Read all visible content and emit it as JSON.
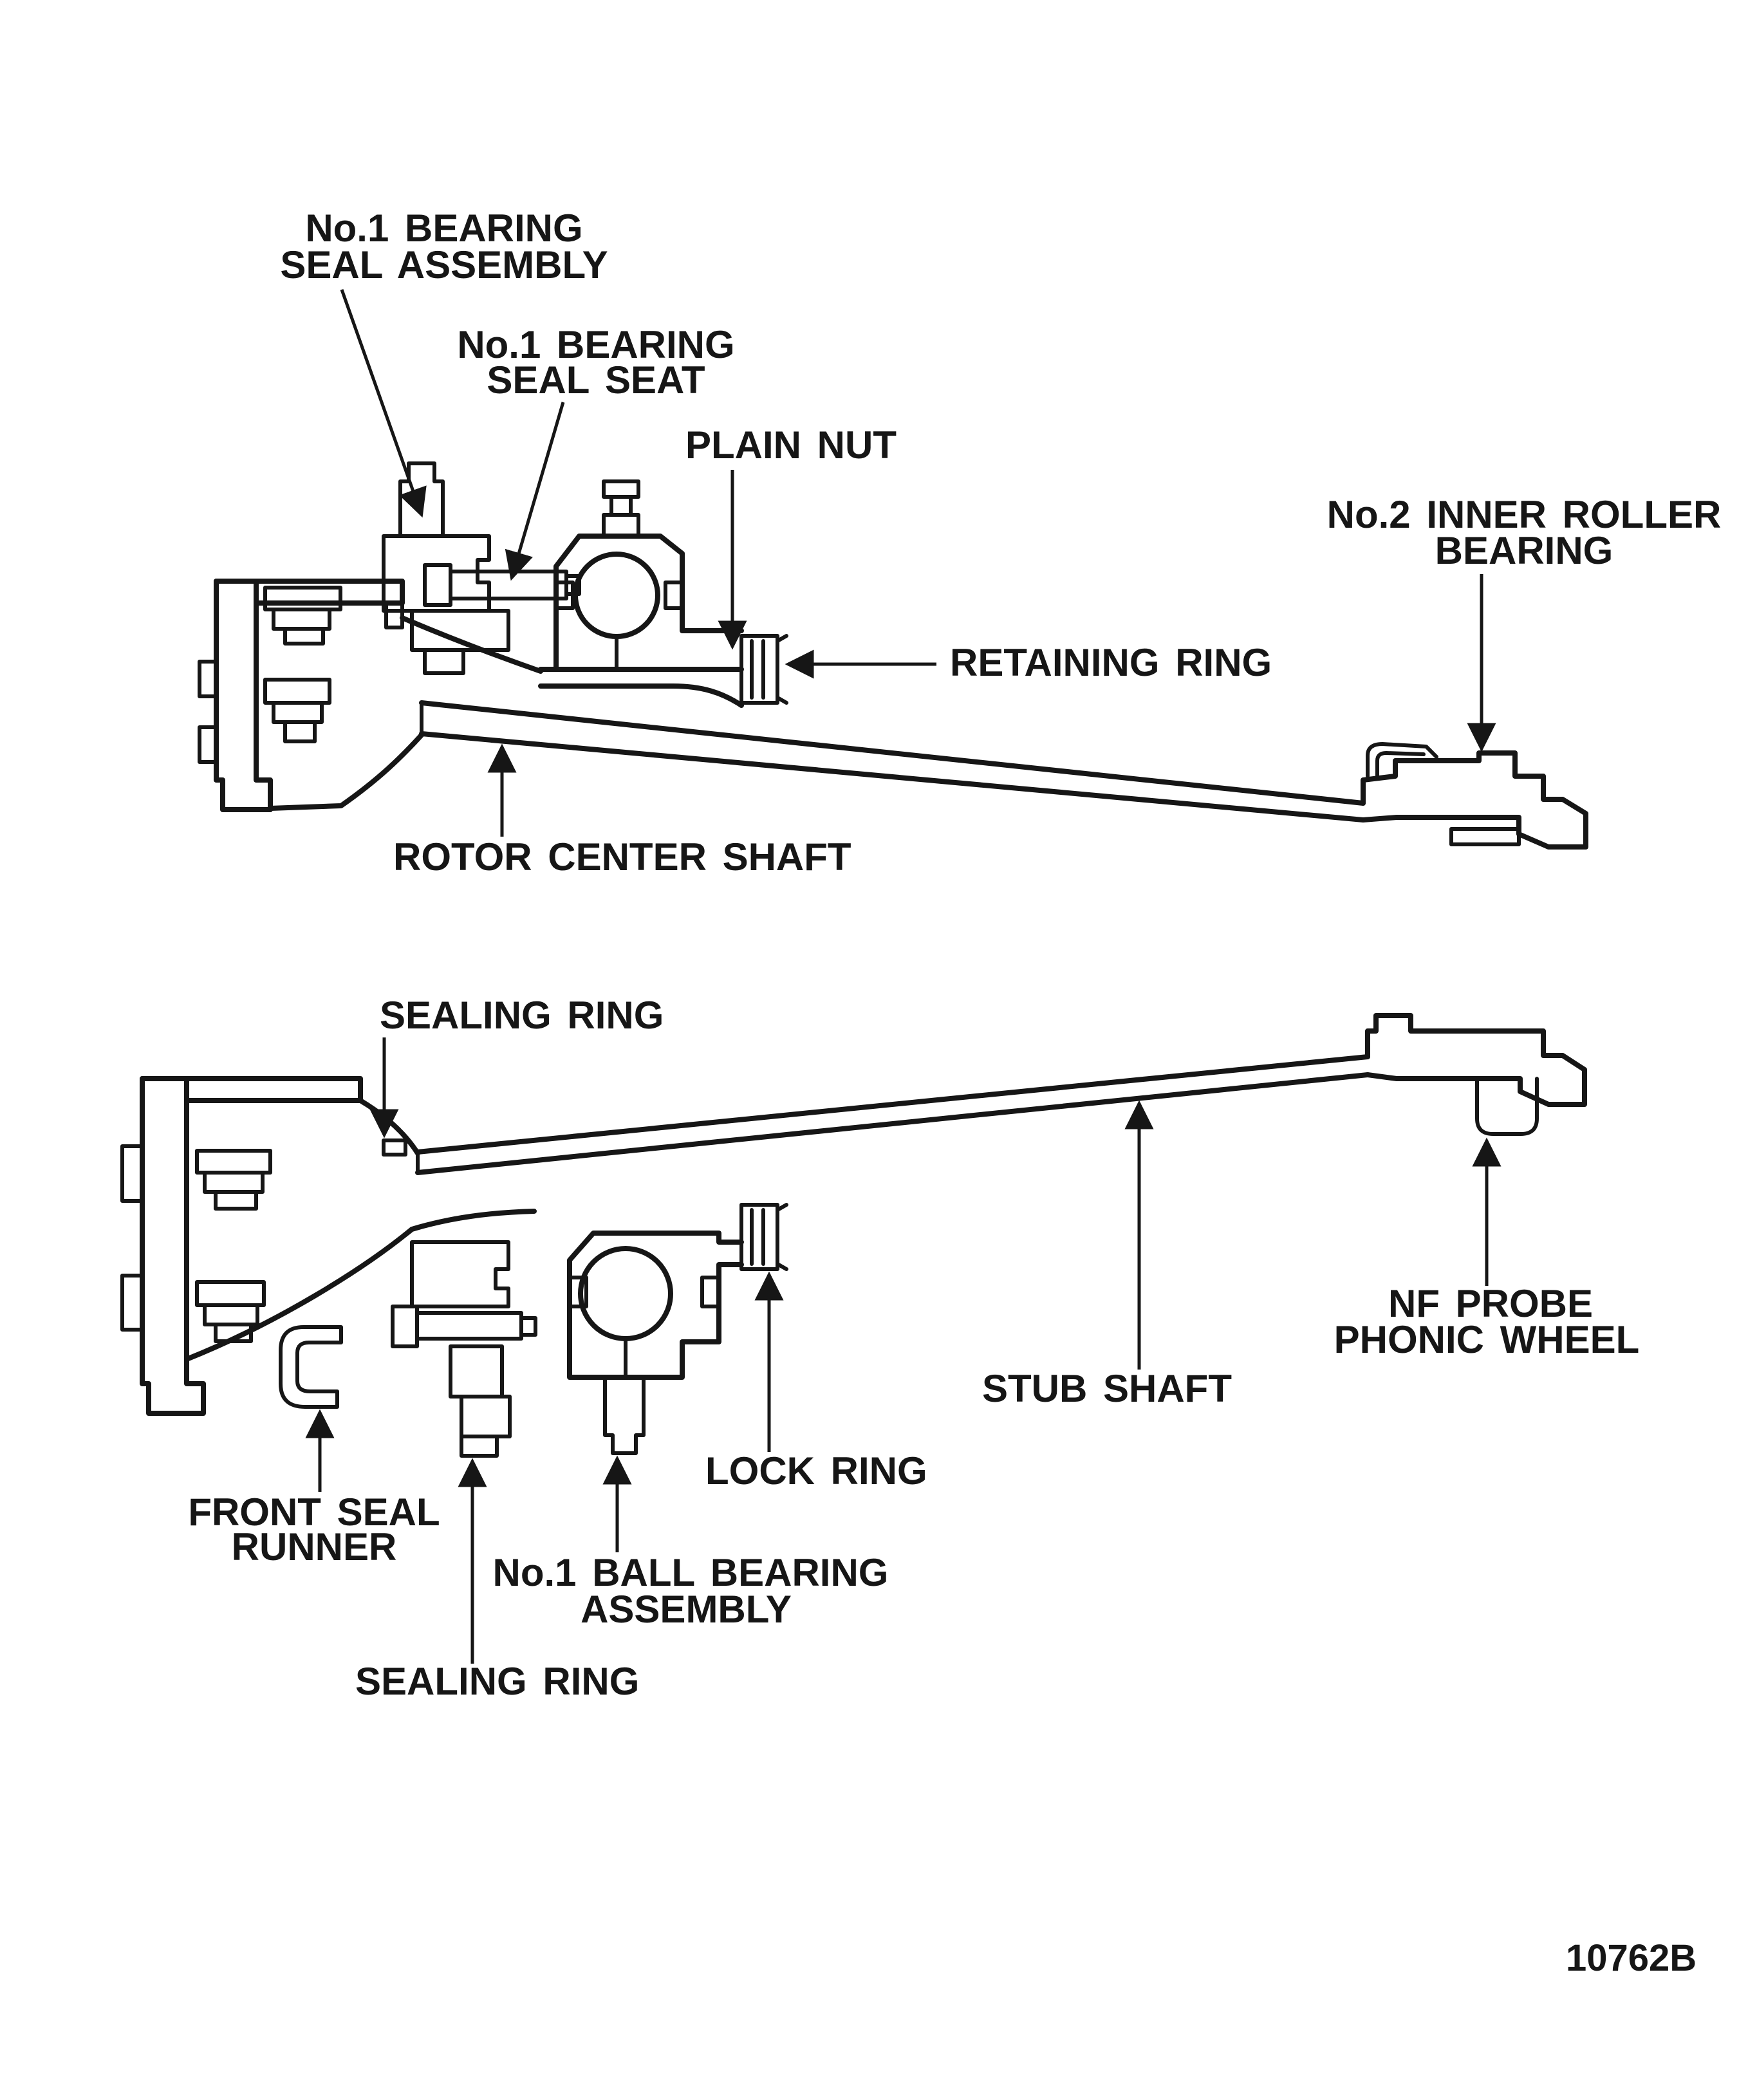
{
  "figure": {
    "code": "10762B",
    "ink_color": "#161616",
    "background_color": "#ffffff"
  },
  "upper_diagram": {
    "description": "rotor center shaft cross-section",
    "labels": {
      "no1_bearing_seal_assembly": {
        "line1": "No.1 BEARING",
        "line2": "SEAL ASSEMBLY"
      },
      "no1_bearing_seal_seat": {
        "line1": "No.1 BEARING",
        "line2": "SEAL SEAT"
      },
      "plain_nut": {
        "text": "PLAIN NUT"
      },
      "no2_inner_roller_bearing": {
        "line1": "No.2 INNER ROLLER",
        "line2": "BEARING"
      },
      "retaining_ring": {
        "text": "RETAINING RING"
      },
      "rotor_center_shaft": {
        "text": "ROTOR CENTER SHAFT"
      }
    }
  },
  "lower_diagram": {
    "description": "stub shaft cross-section",
    "labels": {
      "sealing_ring_upper": {
        "text": "SEALING RING"
      },
      "nf_probe_phonic_wheel": {
        "line1": "NF PROBE",
        "line2": "PHONIC WHEEL"
      },
      "stub_shaft": {
        "text": "STUB SHAFT"
      },
      "lock_ring": {
        "text": "LOCK RING"
      },
      "front_seal_runner": {
        "line1": "FRONT SEAL",
        "line2": "RUNNER"
      },
      "no1_ball_bearing_assembly": {
        "line1": "No.1 BALL BEARING",
        "line2": "ASSEMBLY"
      },
      "sealing_ring_lower": {
        "text": "SEALING RING"
      }
    }
  }
}
